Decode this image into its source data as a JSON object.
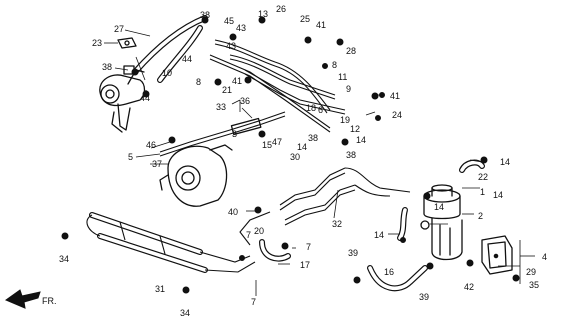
{
  "diagram": {
    "fr_label": "FR.",
    "labels": {
      "l1": "1",
      "l2": "2",
      "l3": "3",
      "l4": "4",
      "l5": "5",
      "l6": "6",
      "l7a": "7",
      "l7b": "7",
      "l7c": "7",
      "l8a": "8",
      "l8b": "8",
      "l9": "9",
      "l10": "10",
      "l11": "11",
      "l12": "12",
      "l13": "13",
      "l14a": "14",
      "l14b": "14",
      "l14c": "14",
      "l14d": "14",
      "l14e": "14",
      "l14f": "14",
      "l15": "15",
      "l16": "16",
      "l17": "17",
      "l18": "18",
      "l19": "19",
      "l20": "20",
      "l21": "21",
      "l22": "22",
      "l23": "23",
      "l24": "24",
      "l25": "25",
      "l26": "26",
      "l27": "27",
      "l28": "28",
      "l29": "29",
      "l30": "30",
      "l31": "31",
      "l32": "32",
      "l33": "33",
      "l34a": "34",
      "l34b": "34",
      "l35": "35",
      "l36": "36",
      "l37": "37",
      "l38a": "38",
      "l38b": "38",
      "l38c": "38",
      "l38d": "38",
      "l39a": "39",
      "l39b": "39",
      "l40": "40",
      "l41a": "41",
      "l41b": "41",
      "l41c": "41",
      "l42": "42",
      "l43a": "43",
      "l43b": "43",
      "l44a": "44",
      "l44b": "44",
      "l45": "45",
      "l46": "46",
      "l47": "47"
    }
  }
}
